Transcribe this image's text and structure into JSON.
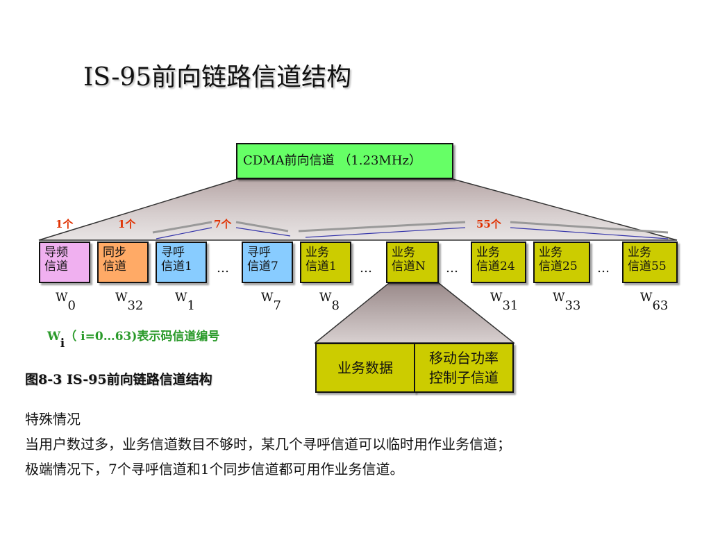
{
  "title": "IS-95前向链路信道结构",
  "root_box": "CDMA前向信道 （1.23MHz）",
  "counts": {
    "pilot": "1个",
    "sync": "1个",
    "paging": "7个",
    "traffic": "55个"
  },
  "channels": [
    {
      "line1": "导频",
      "line2": "信道",
      "color": "#f0b0f0",
      "w": "W",
      "idx": "0"
    },
    {
      "line1": "同步",
      "line2": "信道",
      "color": "#ffaa66",
      "w": "W",
      "idx": "32"
    },
    {
      "line1": "寻呼",
      "line2": "信道1",
      "color": "#88ccff",
      "w": "W",
      "idx": "1"
    },
    {
      "line1": "寻呼",
      "line2": "信道7",
      "color": "#88ccff",
      "w": "W",
      "idx": "7"
    },
    {
      "line1": "业务",
      "line2": "信道1",
      "color": "#cccc00",
      "w": "W",
      "idx": "8"
    },
    {
      "line1": "业务",
      "line2": "信道N",
      "color": "#cccc00",
      "w": "",
      "idx": ""
    },
    {
      "line1": "业务",
      "line2": "信道24",
      "color": "#cccc00",
      "w": "W",
      "idx": "31"
    },
    {
      "line1": "业务",
      "line2": "信道25",
      "color": "#cccc00",
      "w": "W",
      "idx": "33"
    },
    {
      "line1": "业务",
      "line2": "信道55",
      "color": "#cccc00",
      "w": "W",
      "idx": "63"
    }
  ],
  "ellipsis": "…",
  "legend": {
    "prefix": "W",
    "sub": "i",
    "text": "（ i=0…63)表示码信道编号"
  },
  "caption": "图8-3  IS-95前向链路信道结构",
  "sub_boxes": {
    "data": "业务数据",
    "power_line1": "移动台功率",
    "power_line2": "控制子信道"
  },
  "notes": {
    "heading": "特殊情况",
    "line1": "当用户数过多，业务信道数目不够时，某几个寻呼信道可以临时用作业务信道；",
    "line2": "极端情况下，7个寻呼信道和1个同步信道都可用作业务信道。"
  }
}
